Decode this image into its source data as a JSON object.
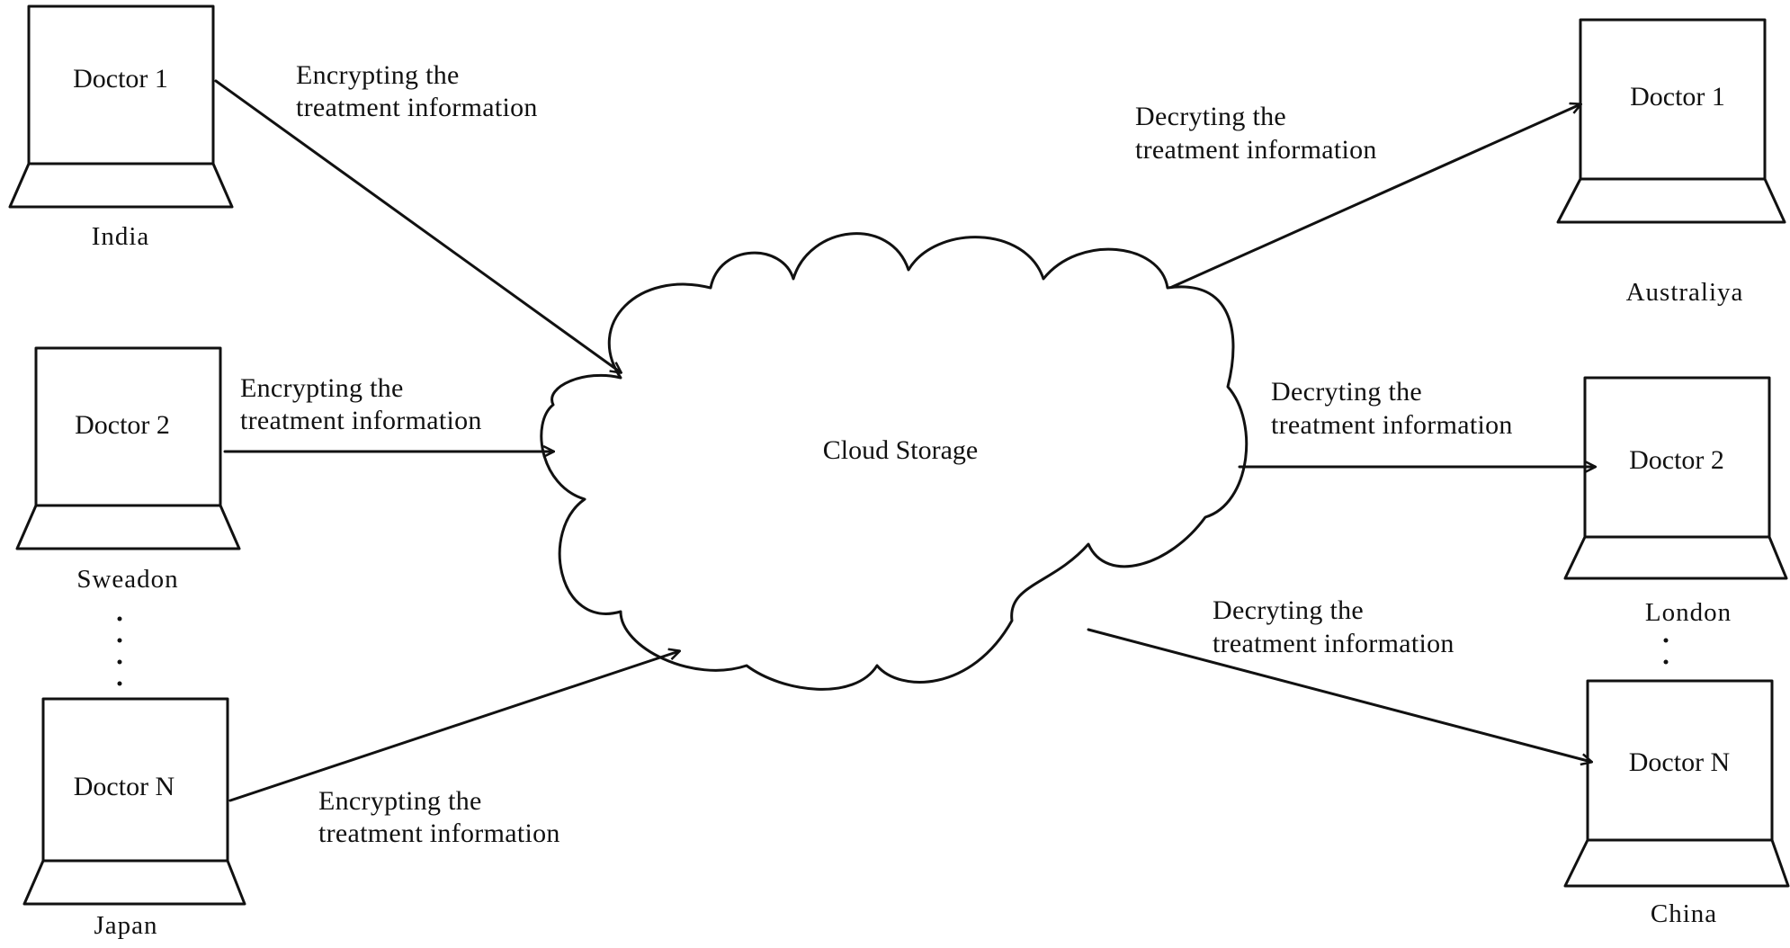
{
  "cloud": {
    "label": "Cloud Storage"
  },
  "senders": [
    {
      "id": "india",
      "box_label": "Doctor 1",
      "location": "India"
    },
    {
      "id": "sweadon",
      "box_label": "Doctor 2",
      "location": "Sweadon"
    },
    {
      "id": "japan",
      "box_label": "Doctor N",
      "location": "Japan"
    }
  ],
  "receivers": [
    {
      "id": "australiya",
      "box_label": "Doctor 1",
      "location": "Australiya"
    },
    {
      "id": "london",
      "box_label": "Doctor 2",
      "location": "London"
    },
    {
      "id": "china",
      "box_label": "Doctor N",
      "location": "China"
    }
  ],
  "edges": {
    "encrypt": {
      "line1": "Encrypting the",
      "line2": "treatment information"
    },
    "decrypt": {
      "line1": "Decryting the",
      "line2": "treatment information"
    }
  }
}
